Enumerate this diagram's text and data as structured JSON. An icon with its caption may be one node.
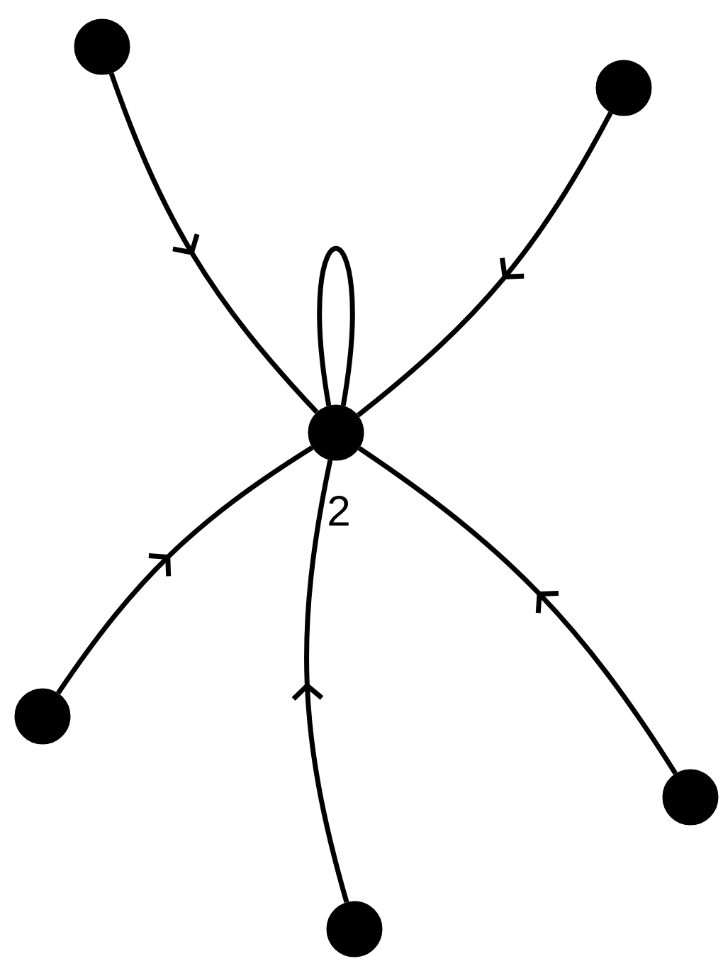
{
  "diagram": {
    "nodes": [
      {
        "text": [],
        "shape": "circle"
      },
      {
        "text": [],
        "shape": "circle"
      },
      {
        "text": [],
        "shape": "circle",
        "beside": [
          "2"
        ]
      },
      {
        "text": [],
        "shape": "circle"
      },
      {
        "text": [],
        "shape": "circle"
      },
      {
        "text": [],
        "shape": "circle"
      }
    ],
    "edges": [
      {
        "from": 0,
        "to": 2,
        "arrow": "to"
      },
      {
        "from": 1,
        "to": 2,
        "arrow": "to"
      },
      {
        "from": 2,
        "to": 2,
        "arrow": "none"
      },
      {
        "from": 3,
        "to": 2,
        "arrow": "to"
      },
      {
        "from": 4,
        "to": 2,
        "arrow": "to"
      },
      {
        "from": 5,
        "to": 2,
        "arrow": "to"
      }
    ]
  }
}
